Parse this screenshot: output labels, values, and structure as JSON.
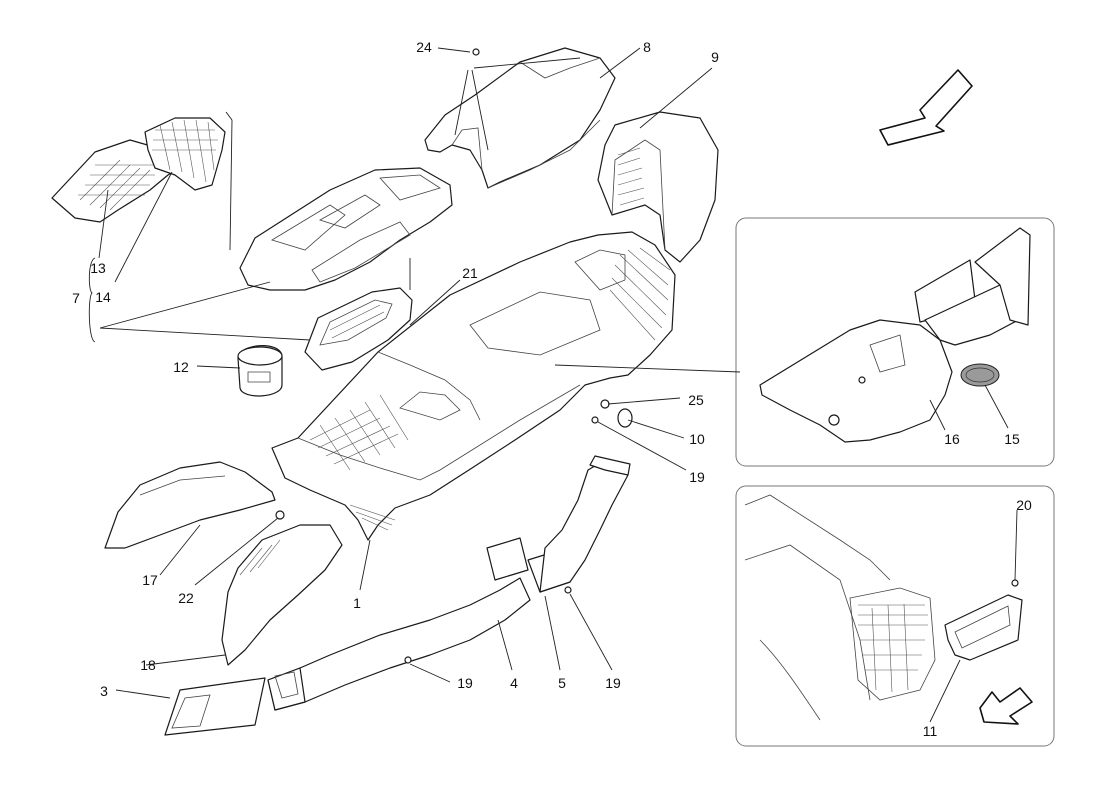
{
  "callouts": {
    "c1": "1",
    "c3": "3",
    "c4": "4",
    "c5": "5",
    "c7": "7",
    "c8": "8",
    "c9": "9",
    "c10": "10",
    "c11": "11",
    "c12": "12",
    "c13": "13",
    "c14": "14",
    "c15": "15",
    "c16": "16",
    "c17": "17",
    "c18": "18",
    "c19a": "19",
    "c19b": "19",
    "c19c": "19",
    "c20": "20",
    "c21": "21",
    "c22": "22",
    "c24": "24",
    "c25": "25"
  },
  "insets": [
    "tunnel-insulation-detail",
    "rear-vent-bezel-detail"
  ],
  "arrows": [
    "direction-arrow-top-right",
    "direction-arrow-inset-bottom"
  ]
}
